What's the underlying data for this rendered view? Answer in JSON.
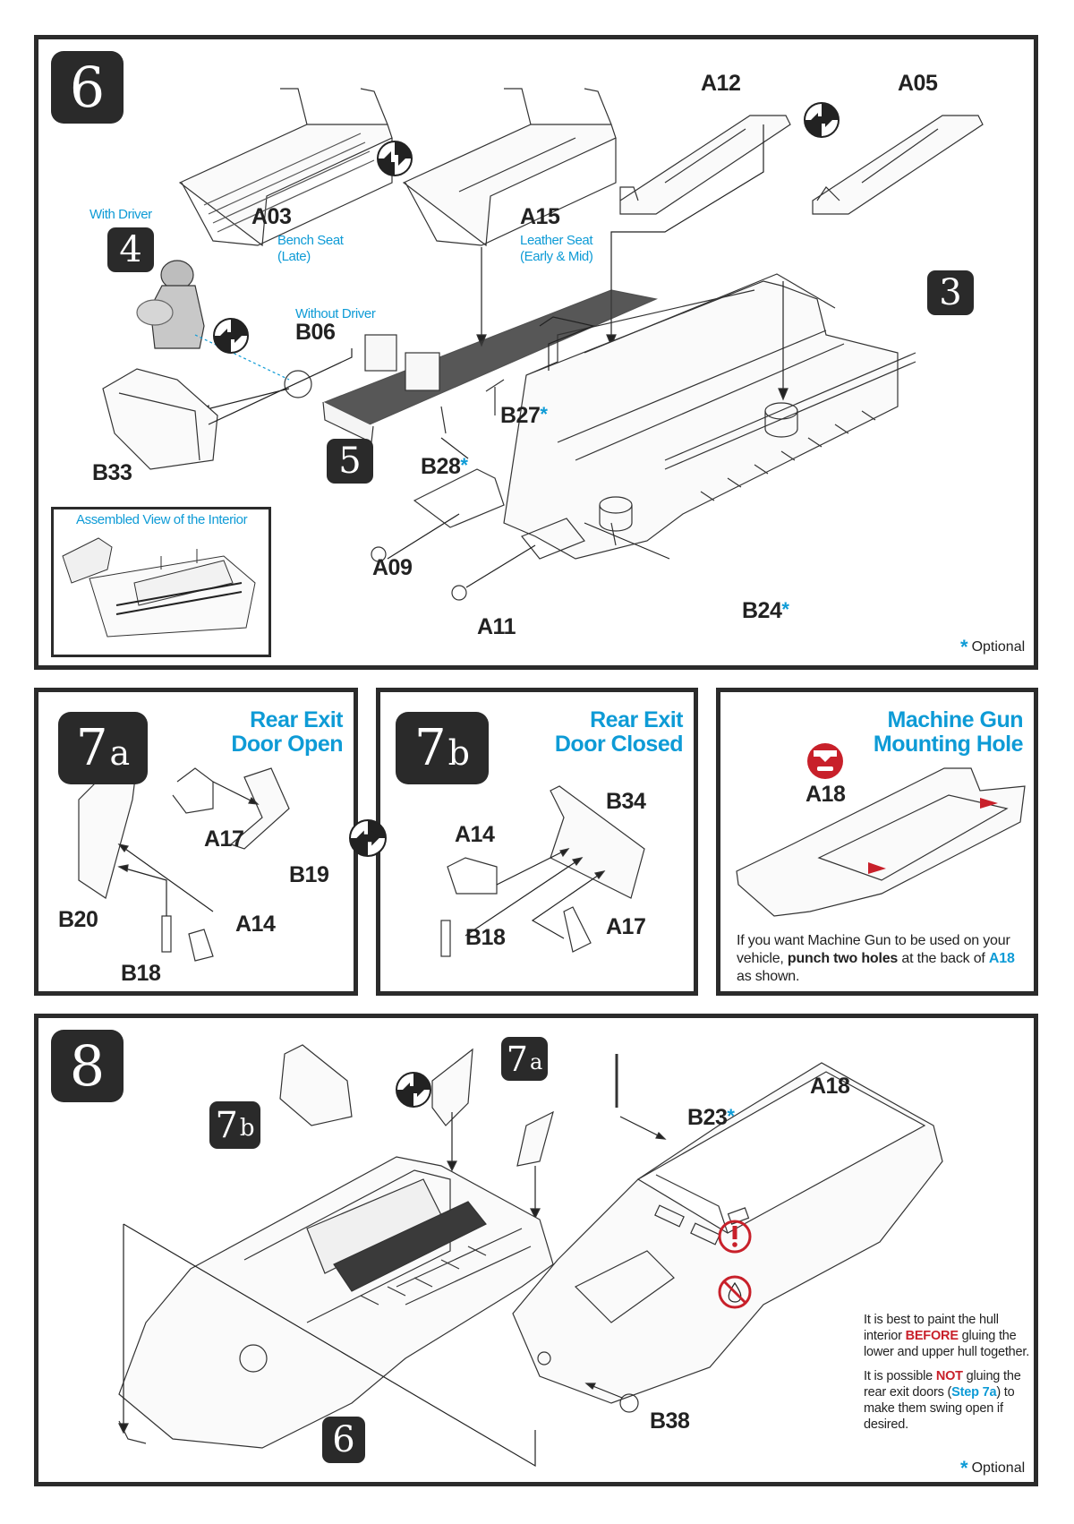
{
  "colors": {
    "accent_blue": "#0e9bd6",
    "warning_red": "#c8202a",
    "badge_dark": "#2a2a2a",
    "border": "#2b2b2b"
  },
  "step6": {
    "step_number": "6",
    "parts": {
      "A03": "A03",
      "A15": "A15",
      "A12": "A12",
      "A05": "A05",
      "B06": "B06",
      "B33": "B33",
      "B27": "B27",
      "B28": "B28",
      "A09": "A09",
      "A11": "A11",
      "B24": "B24"
    },
    "notes": {
      "with_driver": "With Driver",
      "without_driver": "Without Driver",
      "bench_seat_line1": "Bench Seat",
      "bench_seat_line2": "(Late)",
      "leather_seat_line1": "Leather Seat",
      "leather_seat_line2": "(Early & Mid)"
    },
    "ref_badges": {
      "driver": "4",
      "front": "5",
      "hull": "3"
    },
    "inset_title": "Assembled View of the Interior",
    "optional_star": "*",
    "optional_label": "Optional",
    "icons": [
      "swap-alternative-icon",
      "swap-alternative-icon",
      "swap-alternative-icon"
    ]
  },
  "step7a": {
    "step_number": "7",
    "step_suffix": "a",
    "title_line1": "Rear Exit",
    "title_line2": "Door Open",
    "parts": {
      "A17": "A17",
      "B19": "B19",
      "B20": "B20",
      "A14": "A14",
      "B18": "B18"
    }
  },
  "step7b": {
    "step_number": "7",
    "step_suffix": "b",
    "title_line1": "Rear Exit",
    "title_line2": "Door Closed",
    "parts": {
      "B34": "B34",
      "A14": "A14",
      "B18": "B18",
      "A17": "A17"
    }
  },
  "mg_hole": {
    "title_line1": "Machine Gun",
    "title_line2": "Mounting Hole",
    "part": "A18",
    "icon": "drill-hole-icon",
    "text_before": "If you want Machine Gun to be used on your vehicle, ",
    "text_bold": "punch two holes",
    "text_middle": " at the back of ",
    "text_part": "A18",
    "text_after": " as shown."
  },
  "step8": {
    "step_number": "8",
    "ref_badges": {
      "open_doors": "7",
      "open_suffix": "a",
      "closed_doors": "7",
      "closed_suffix": "b",
      "interior": "6"
    },
    "parts": {
      "A18": "A18",
      "B23": "B23",
      "B38": "B38"
    },
    "warning_text_1a": "It is best to paint the hull interior ",
    "warning_text_1b": "BEFORE",
    "warning_text_1c": " gluing the lower and upper hull together.",
    "warning_text_2a": "It is possible ",
    "warning_text_2b": "NOT",
    "warning_text_2c": " gluing the rear exit doors (",
    "warning_text_2d": "Step 7a",
    "warning_text_2e": ") to make them swing open if desired.",
    "optional_star": "*",
    "optional_label": "Optional",
    "icons": [
      "exclamation-warning-icon",
      "no-glue-icon"
    ]
  }
}
